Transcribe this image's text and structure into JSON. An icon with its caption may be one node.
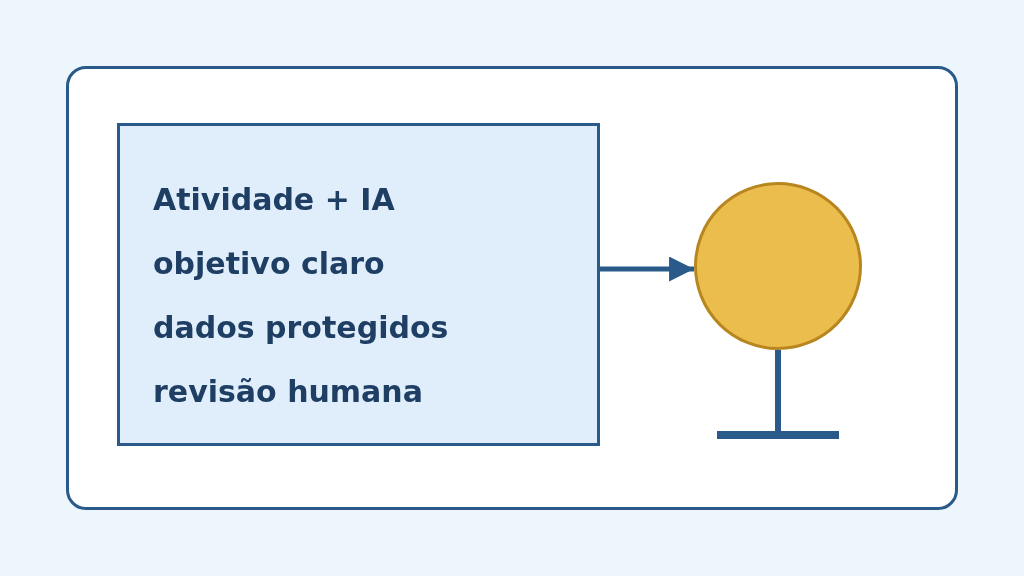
{
  "diagram": {
    "nodes": [
      {
        "text": [],
        "shape": "box"
      },
      {
        "text": [
          "Atividade + IA",
          "objetivo claro",
          "dados protegidos",
          "revisão humana"
        ],
        "in": 0
      },
      {
        "text": [],
        "shape": "circle",
        "in": 0
      }
    ],
    "edges": [
      {
        "from": 1,
        "to": 2,
        "arrow": "to"
      }
    ]
  }
}
